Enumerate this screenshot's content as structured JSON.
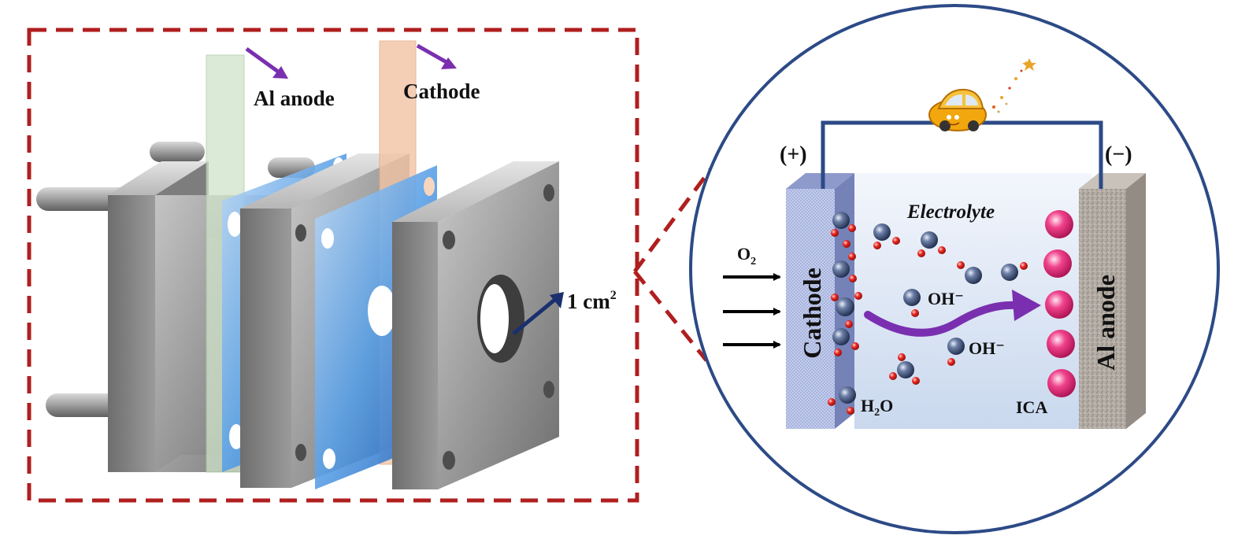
{
  "colors": {
    "frame_dash": "#b01e1e",
    "circle_stroke": "#2c4a86",
    "wire": "#2c4a86",
    "metal": "#8a8a8a",
    "anode_strip": "#cfe3c9",
    "cathode_strip": "#f2c4a4",
    "membrane": "#2f7fd8",
    "electrolyte": "#dbe6f6",
    "arrow_purple": "#7a2fb0",
    "arrow_navy": "#1a2f6e",
    "ion_pink": "#f0428c",
    "oxygen_red": "#e8241e"
  },
  "left_panel": {
    "labels": {
      "al_anode": "Al anode",
      "cathode": "Cathode",
      "area_value": "1 cm",
      "area_exp": "2"
    }
  },
  "right_panel": {
    "labels": {
      "plus": "(+)",
      "minus": "(−)",
      "electrolyte": "Electrolyte",
      "o2_main": "O",
      "o2_sub": "2",
      "cathode": "Cathode",
      "al_anode": "Al anode",
      "oh_1": "OH⁻",
      "oh_2": "OH⁻",
      "h2o_h": "H",
      "h2o_sub": "2",
      "h2o_o": "O",
      "ica": "ICA"
    },
    "icons": [
      "car-icon",
      "sparkle-icon"
    ]
  }
}
